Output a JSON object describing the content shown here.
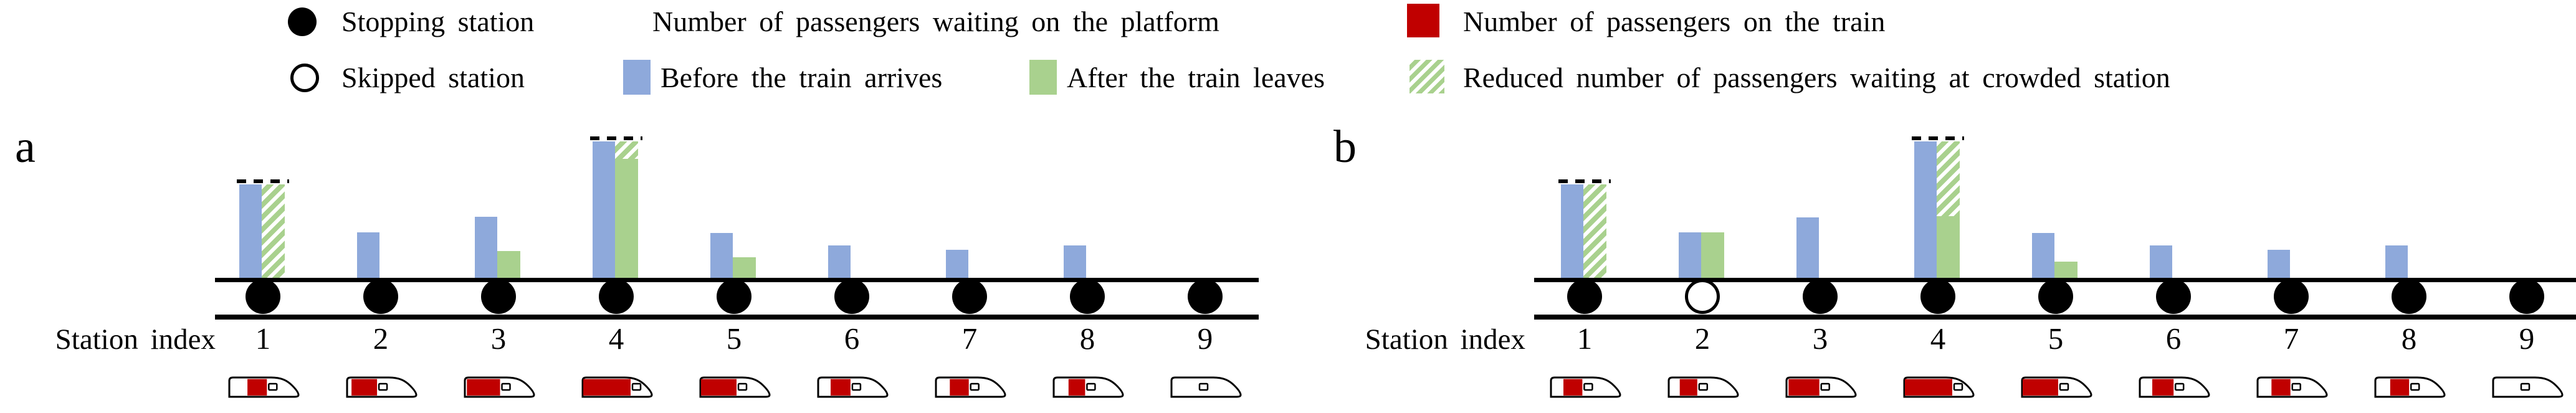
{
  "legend": {
    "stopping_station": "Stopping station",
    "skipped_station": "Skipped station",
    "waiting_heading": "Number of passengers waiting on the platform",
    "before_arrives": "Before the train arrives",
    "after_leaves": "After the train leaves",
    "on_train": "Number of passengers on the train",
    "reduced": "Reduced number of passengers waiting at crowded station"
  },
  "colors": {
    "before_blue": "#8ea9db",
    "after_green": "#a9d18e",
    "train_red": "#c00000",
    "marker_black": "#000000"
  },
  "panels": [
    {
      "label": "a",
      "station_index_label": "Station index",
      "stations": [
        {
          "index": "1",
          "stopped": true,
          "before": 150,
          "after": 0,
          "reduced": 150,
          "capacity_line": true,
          "train_fill_start": 0.37,
          "train_fill_width": 0.41
        },
        {
          "index": "2",
          "stopped": true,
          "before": 73,
          "after": 0,
          "reduced": 0,
          "capacity_line": false,
          "train_fill_start": 0.08,
          "train_fill_width": 0.54
        },
        {
          "index": "3",
          "stopped": true,
          "before": 98,
          "after": 43,
          "reduced": 0,
          "capacity_line": false,
          "train_fill_start": 0.03,
          "train_fill_width": 0.7
        },
        {
          "index": "4",
          "stopped": true,
          "before": 219,
          "after": 191,
          "reduced": 28,
          "capacity_line": true,
          "train_fill_start": 0.0,
          "train_fill_width": 1.0
        },
        {
          "index": "5",
          "stopped": true,
          "before": 72,
          "after": 33,
          "reduced": 0,
          "capacity_line": false,
          "train_fill_start": 0.0,
          "train_fill_width": 0.75
        },
        {
          "index": "6",
          "stopped": true,
          "before": 52,
          "after": 0,
          "reduced": 0,
          "capacity_line": false,
          "train_fill_start": 0.25,
          "train_fill_width": 0.42
        },
        {
          "index": "7",
          "stopped": true,
          "before": 45,
          "after": 0,
          "reduced": 0,
          "capacity_line": false,
          "train_fill_start": 0.28,
          "train_fill_width": 0.4
        },
        {
          "index": "8",
          "stopped": true,
          "before": 52,
          "after": 0,
          "reduced": 0,
          "capacity_line": false,
          "train_fill_start": 0.3,
          "train_fill_width": 0.35
        },
        {
          "index": "9",
          "stopped": true,
          "before": 0,
          "after": 0,
          "reduced": 0,
          "capacity_line": false,
          "train_fill_start": 0.0,
          "train_fill_width": 0.0
        }
      ]
    },
    {
      "label": "b",
      "station_index_label": "Station index",
      "stations": [
        {
          "index": "1",
          "stopped": true,
          "before": 150,
          "after": 0,
          "reduced": 150,
          "capacity_line": true,
          "train_fill_start": 0.25,
          "train_fill_width": 0.4
        },
        {
          "index": "2",
          "stopped": false,
          "before": 73,
          "after": 73,
          "reduced": 0,
          "capacity_line": false,
          "train_fill_start": 0.22,
          "train_fill_width": 0.37
        },
        {
          "index": "3",
          "stopped": true,
          "before": 97,
          "after": 0,
          "reduced": 0,
          "capacity_line": false,
          "train_fill_start": 0.03,
          "train_fill_width": 0.65
        },
        {
          "index": "4",
          "stopped": true,
          "before": 219,
          "after": 99,
          "reduced": 120,
          "capacity_line": true,
          "train_fill_start": 0.0,
          "train_fill_width": 1.0
        },
        {
          "index": "5",
          "stopped": true,
          "before": 72,
          "after": 26,
          "reduced": 0,
          "capacity_line": false,
          "train_fill_start": 0.0,
          "train_fill_width": 0.75
        },
        {
          "index": "6",
          "stopped": true,
          "before": 52,
          "after": 0,
          "reduced": 0,
          "capacity_line": false,
          "train_fill_start": 0.25,
          "train_fill_width": 0.45
        },
        {
          "index": "7",
          "stopped": true,
          "before": 45,
          "after": 0,
          "reduced": 0,
          "capacity_line": false,
          "train_fill_start": 0.28,
          "train_fill_width": 0.4
        },
        {
          "index": "8",
          "stopped": true,
          "before": 52,
          "after": 0,
          "reduced": 0,
          "capacity_line": false,
          "train_fill_start": 0.3,
          "train_fill_width": 0.4
        },
        {
          "index": "9",
          "stopped": true,
          "before": 0,
          "after": 0,
          "reduced": 0,
          "capacity_line": false,
          "train_fill_start": 0.0,
          "train_fill_width": 0.0
        }
      ]
    }
  ]
}
